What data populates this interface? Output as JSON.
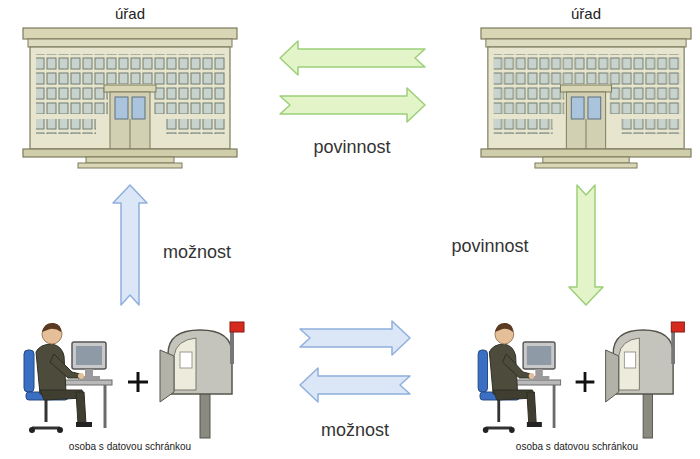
{
  "diagram": {
    "nodes": [
      {
        "text": [
          "úřad"
        ]
      },
      {
        "text": [
          "úřad"
        ]
      },
      {
        "text": [
          "osoba s datovou schránkou"
        ]
      },
      {
        "text": [
          "osoba s datovou schránkou"
        ]
      }
    ],
    "edges": [
      {
        "from": 1,
        "to": 0,
        "arrow": "to"
      },
      {
        "from": 0,
        "to": 1,
        "arrow": "to",
        "label": "povinnost"
      },
      {
        "from": 1,
        "to": 3,
        "arrow": "to",
        "label": "povinnost"
      },
      {
        "from": 2,
        "to": 0,
        "arrow": "to",
        "label": "možnost"
      },
      {
        "from": 2,
        "to": 3,
        "arrow": "to"
      },
      {
        "from": 3,
        "to": 2,
        "arrow": "to",
        "label": "možnost"
      }
    ]
  }
}
